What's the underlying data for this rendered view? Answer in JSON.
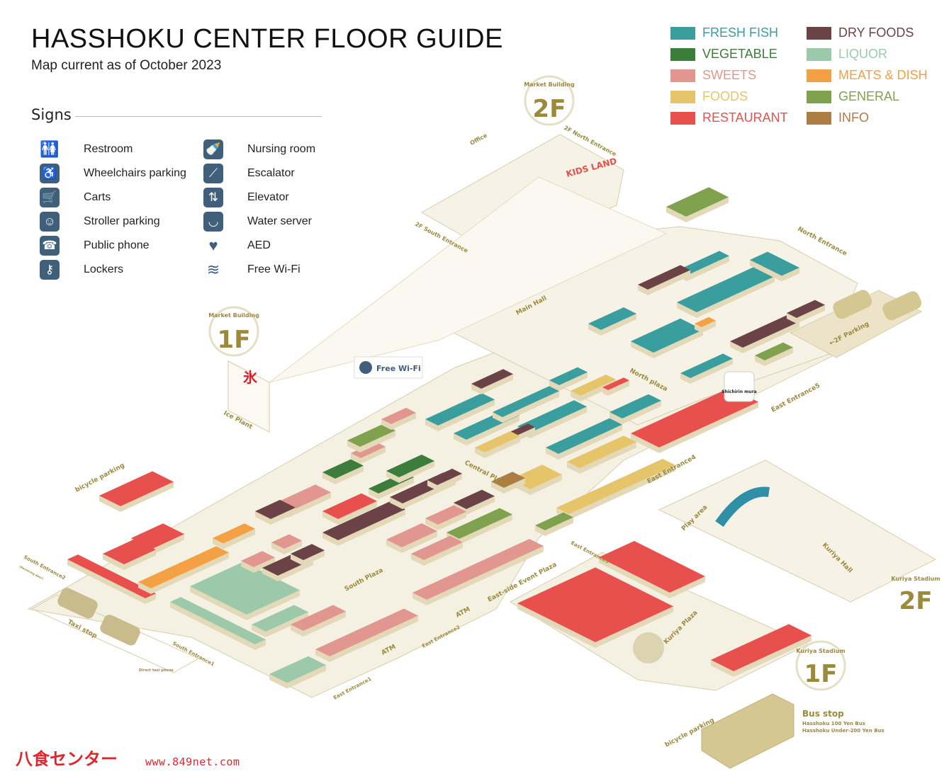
{
  "header": {
    "title": "HASSHOKU CENTER FLOOR GUIDE",
    "subtitle": "Map current as of October 2023"
  },
  "signs": {
    "heading": "Signs",
    "items": [
      {
        "icon": "restroom-icon",
        "glyph": "🚻",
        "label": "Restroom"
      },
      {
        "icon": "wheelchair-icon",
        "glyph": "♿",
        "label": "Wheelchairs parking"
      },
      {
        "icon": "cart-icon",
        "glyph": "🛒",
        "label": "Carts"
      },
      {
        "icon": "stroller-icon",
        "glyph": "☺",
        "label": "Stroller parking"
      },
      {
        "icon": "phone-icon",
        "glyph": "☎",
        "label": "Public phone"
      },
      {
        "icon": "key-icon",
        "glyph": "⚷",
        "label": "Lockers"
      },
      {
        "icon": "baby-bottle-icon",
        "glyph": "🍼",
        "label": "Nursing room"
      },
      {
        "icon": "escalator-icon",
        "glyph": "⟋",
        "label": "Escalator"
      },
      {
        "icon": "elevator-icon",
        "glyph": "⇅",
        "label": "Elevator"
      },
      {
        "icon": "water-cup-icon",
        "glyph": "◡",
        "label": "Water server"
      },
      {
        "icon": "aed-heart-icon",
        "glyph": "♥",
        "label": "AED"
      },
      {
        "icon": "wifi-icon",
        "glyph": "≋",
        "label": "Free Wi-Fi"
      }
    ]
  },
  "legend": {
    "fish": {
      "label": "FRESH FISH",
      "color": "#3a9e9e"
    },
    "vegetable": {
      "label": "VEGETABLE",
      "color": "#3d7d3b"
    },
    "sweets": {
      "label": "SWEETS",
      "color": "#e29690"
    },
    "foods": {
      "label": "FOODS",
      "color": "#e6c46a"
    },
    "restaurant": {
      "label": "RESTAURANT",
      "color": "#e8504d"
    },
    "dry": {
      "label": "DRY FOODS",
      "color": "#6b4346"
    },
    "liquor": {
      "label": "LIQUOR",
      "color": "#9dc9ab"
    },
    "meats": {
      "label": "MEATS & DISH",
      "color": "#f4a044"
    },
    "general": {
      "label": "GENERAL",
      "color": "#80a24e"
    },
    "info": {
      "label": "INFO",
      "color": "#ae7d44"
    }
  },
  "floor_badges": {
    "market_2f": {
      "name": "Market Building",
      "floor": "2F"
    },
    "market_1f": {
      "name": "Market Building",
      "floor": "1F"
    },
    "kuriya_2f": {
      "name": "Kuriya Stadium",
      "floor": "2F"
    },
    "kuriya_1f": {
      "name": "Kuriya Stadium",
      "floor": "1F"
    }
  },
  "map_labels": {
    "office": "Office",
    "north_entrance_2f": "2F North Entrance",
    "south_entrance_2f": "2F South Entrance",
    "kids_land": "KIDS LAND",
    "main_hall": "Main Hall",
    "north_entrance": "North Entrance",
    "parking_2f": "←2F Parking",
    "free_wifi": "Free Wi-Fi",
    "ice_plant": "Ice Plant",
    "north_plaza": "North plaza",
    "shichirin": "Shichirin mura",
    "east_entrance5": "East Entrance5",
    "east_entrance4": "East Entrance4",
    "east_entrance3": "East Entrance3",
    "east_entrance2": "East Entrance2",
    "east_entrance1": "East Entrance1",
    "central_plaza": "Central Plaza",
    "south_plaza": "South Plaza",
    "east_side_event_plaza": "East-side Event Plaza",
    "atm_1": "ATM",
    "atm_2": "ATM",
    "bicycle_parking_1": "bicycle parking",
    "bicycle_parking_2": "bicycle parking",
    "south_entrance2": "South Entrance2",
    "revolving_door": "(Revolving door)",
    "taxi_stop": "Taxi stop",
    "direct_taxi_phone": "Direct taxi phone",
    "south_entrance1": "South Entrance1",
    "play_area": "Play area",
    "kuriya_hall": "Kuriya Hall",
    "kuriya_plaza": "Kuriya Plaza"
  },
  "bus_stop": {
    "title": "Bus stop",
    "lines": [
      "Hasshoku 100 Yen Bus",
      "Hasshoku Under-200 Yen Bus"
    ]
  },
  "footer": {
    "logo": "八食センター",
    "url": "www.849net.com"
  }
}
